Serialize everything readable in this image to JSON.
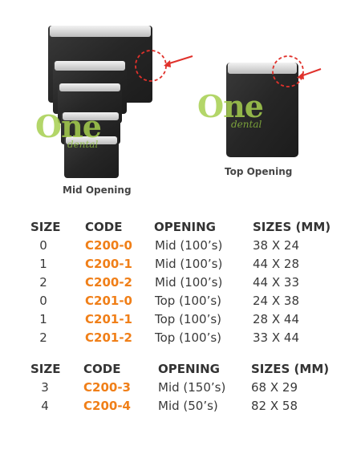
{
  "logo": {
    "text": "One",
    "subtext": "dental"
  },
  "captions": {
    "mid": "Mid Opening",
    "top": "Top Opening"
  },
  "colors": {
    "code": "#f07f18",
    "logo_green": "#a6cf4f",
    "arrow": "#e0312b",
    "sheath": "#2b2b2b"
  },
  "table1": {
    "headers": [
      "SIZE",
      "CODE",
      "OPENING",
      "SIZES (MM)"
    ],
    "rows": [
      {
        "size": "0",
        "code": "C200-0",
        "opening": "Mid (100’s)",
        "dims": "38 X 24"
      },
      {
        "size": "1",
        "code": "C200-1",
        "opening": "Mid (100’s)",
        "dims": "44 X 28"
      },
      {
        "size": "2",
        "code": "C200-2",
        "opening": "Mid (100’s)",
        "dims": "44 X 33"
      },
      {
        "size": "0",
        "code": "C201-0",
        "opening": "Top (100’s)",
        "dims": "24 X 38"
      },
      {
        "size": "1",
        "code": "C201-1",
        "opening": "Top (100’s)",
        "dims": "28 X 44"
      },
      {
        "size": "2",
        "code": "C201-2",
        "opening": "Top (100’s)",
        "dims": "33 X 44"
      }
    ]
  },
  "table2": {
    "headers": [
      "SIZE",
      "CODE",
      "OPENING",
      "SIZES (MM)"
    ],
    "rows": [
      {
        "size": "3",
        "code": "C200-3",
        "opening": "Mid (150’s)",
        "dims": "68 X 29"
      },
      {
        "size": "4",
        "code": "C200-4",
        "opening": "Mid (50’s)",
        "dims": "82 X 58"
      }
    ]
  }
}
